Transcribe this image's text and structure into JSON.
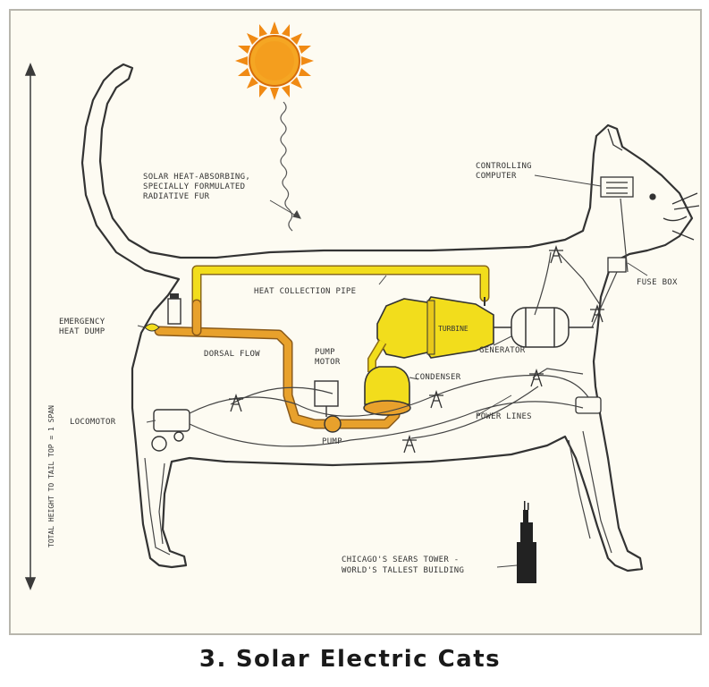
{
  "caption": {
    "number": "3.",
    "title": "Solar Electric Cats"
  },
  "labels": {
    "solar_fur": [
      "SOLAR HEAT-ABSORBING,",
      "SPECIALLY FORMULATED",
      "RADIATIVE FUR"
    ],
    "controlling_computer": [
      "CONTROLLING",
      "COMPUTER"
    ],
    "heat_collection_pipe": "HEAT COLLECTION PIPE",
    "fuse_box": "FUSE BOX",
    "emergency_heat_dump": [
      "EMERGENCY",
      "HEAT DUMP"
    ],
    "dorsal_flow": "DORSAL FLOW",
    "pump_motor": [
      "PUMP",
      "MOTOR"
    ],
    "turbine": "TURBINE",
    "generator": "GENERATOR",
    "condenser": "CONDENSER",
    "pump": "PUMP",
    "power_lines": "POWER LINES",
    "locomotor": "LOCOMOTOR",
    "height_scale": "TOTAL HEIGHT TO TAIL TOP = 1 SPAN",
    "chicago_tower": [
      "CHICAGO'S SEARS TOWER -",
      "WORLD'S TALLEST BUILDING"
    ]
  },
  "colors": {
    "sun": "#f08a14",
    "pipe": "#e8a12c",
    "tank": "#f2dd1c",
    "ink": "#3a3a3a",
    "paper": "#fdfbf2"
  }
}
